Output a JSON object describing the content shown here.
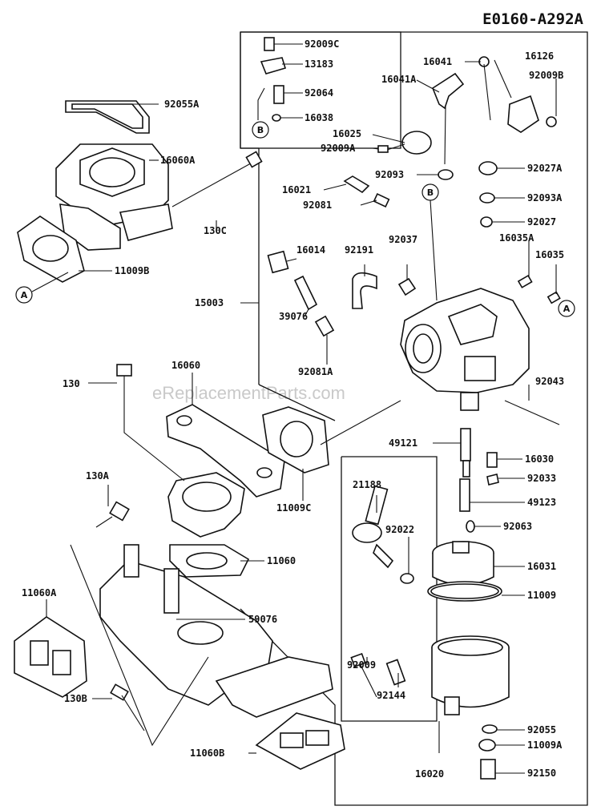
{
  "diagram_code": "E0160-A292A",
  "watermark": "eReplacementParts.com",
  "callouts": {
    "ref_a": "A",
    "ref_b": "B"
  },
  "labels": {
    "p92009C": "92009C",
    "p13183": "13183",
    "p92064": "92064",
    "p16038": "16038",
    "p16041": "16041",
    "p16041A": "16041A",
    "p16126": "16126",
    "p92009B": "92009B",
    "p16025": "16025",
    "p92009A": "92009A",
    "p92093": "92093",
    "p92027A": "92027A",
    "p16021": "16021",
    "p92081": "92081",
    "p92093A": "92093A",
    "p92027": "92027",
    "p92191": "92191",
    "p92037": "92037",
    "p16035A": "16035A",
    "p16014": "16014",
    "p16035": "16035",
    "p92055A": "92055A",
    "p16060A": "16060A",
    "p130C": "130C",
    "p11009B": "11009B",
    "p15003": "15003",
    "p39076": "39076",
    "p92081A": "92081A",
    "p92043": "92043",
    "p130": "130",
    "p16060": "16060",
    "p49121": "49121",
    "p16030": "16030",
    "p130A": "130A",
    "p11009C": "11009C",
    "p21188": "21188",
    "p92033": "92033",
    "p92022": "92022",
    "p49123": "49123",
    "p92063": "92063",
    "p11060": "11060",
    "p11060A": "11060A",
    "p16031": "16031",
    "p11009": "11009",
    "p59076": "59076",
    "p92009": "92009",
    "p92144": "92144",
    "p130B": "130B",
    "p92055": "92055",
    "p11009A": "11009A",
    "p11060B": "11060B",
    "p16020": "16020",
    "p92150": "92150"
  }
}
